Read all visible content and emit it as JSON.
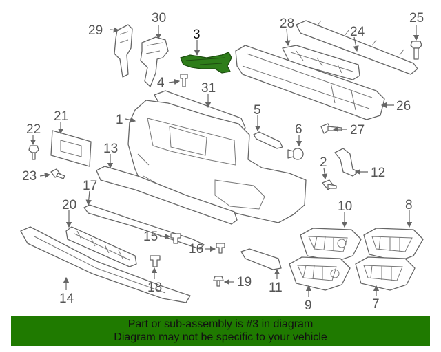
{
  "banner": {
    "line1": "Part or sub-assembly is #3 in diagram",
    "line2": "Diagram may not be specific to your vehicle"
  },
  "highlight_part": "3",
  "highlight_color": "#2e7d1a",
  "banner_color": "#1f7a00",
  "callouts": {
    "c1": "1",
    "c2": "2",
    "c3": "3",
    "c4": "4",
    "c5": "5",
    "c6": "6",
    "c7": "7",
    "c8": "8",
    "c9": "9",
    "c10": "10",
    "c11": "11",
    "c12": "12",
    "c13": "13",
    "c14": "14",
    "c15": "15",
    "c16": "16",
    "c17": "17",
    "c18": "18",
    "c19": "19",
    "c20": "20",
    "c21": "21",
    "c22": "22",
    "c23": "23",
    "c24": "24",
    "c25": "25",
    "c26": "26",
    "c27": "27",
    "c28": "28",
    "c29": "29",
    "c30": "30",
    "c31": "31"
  }
}
